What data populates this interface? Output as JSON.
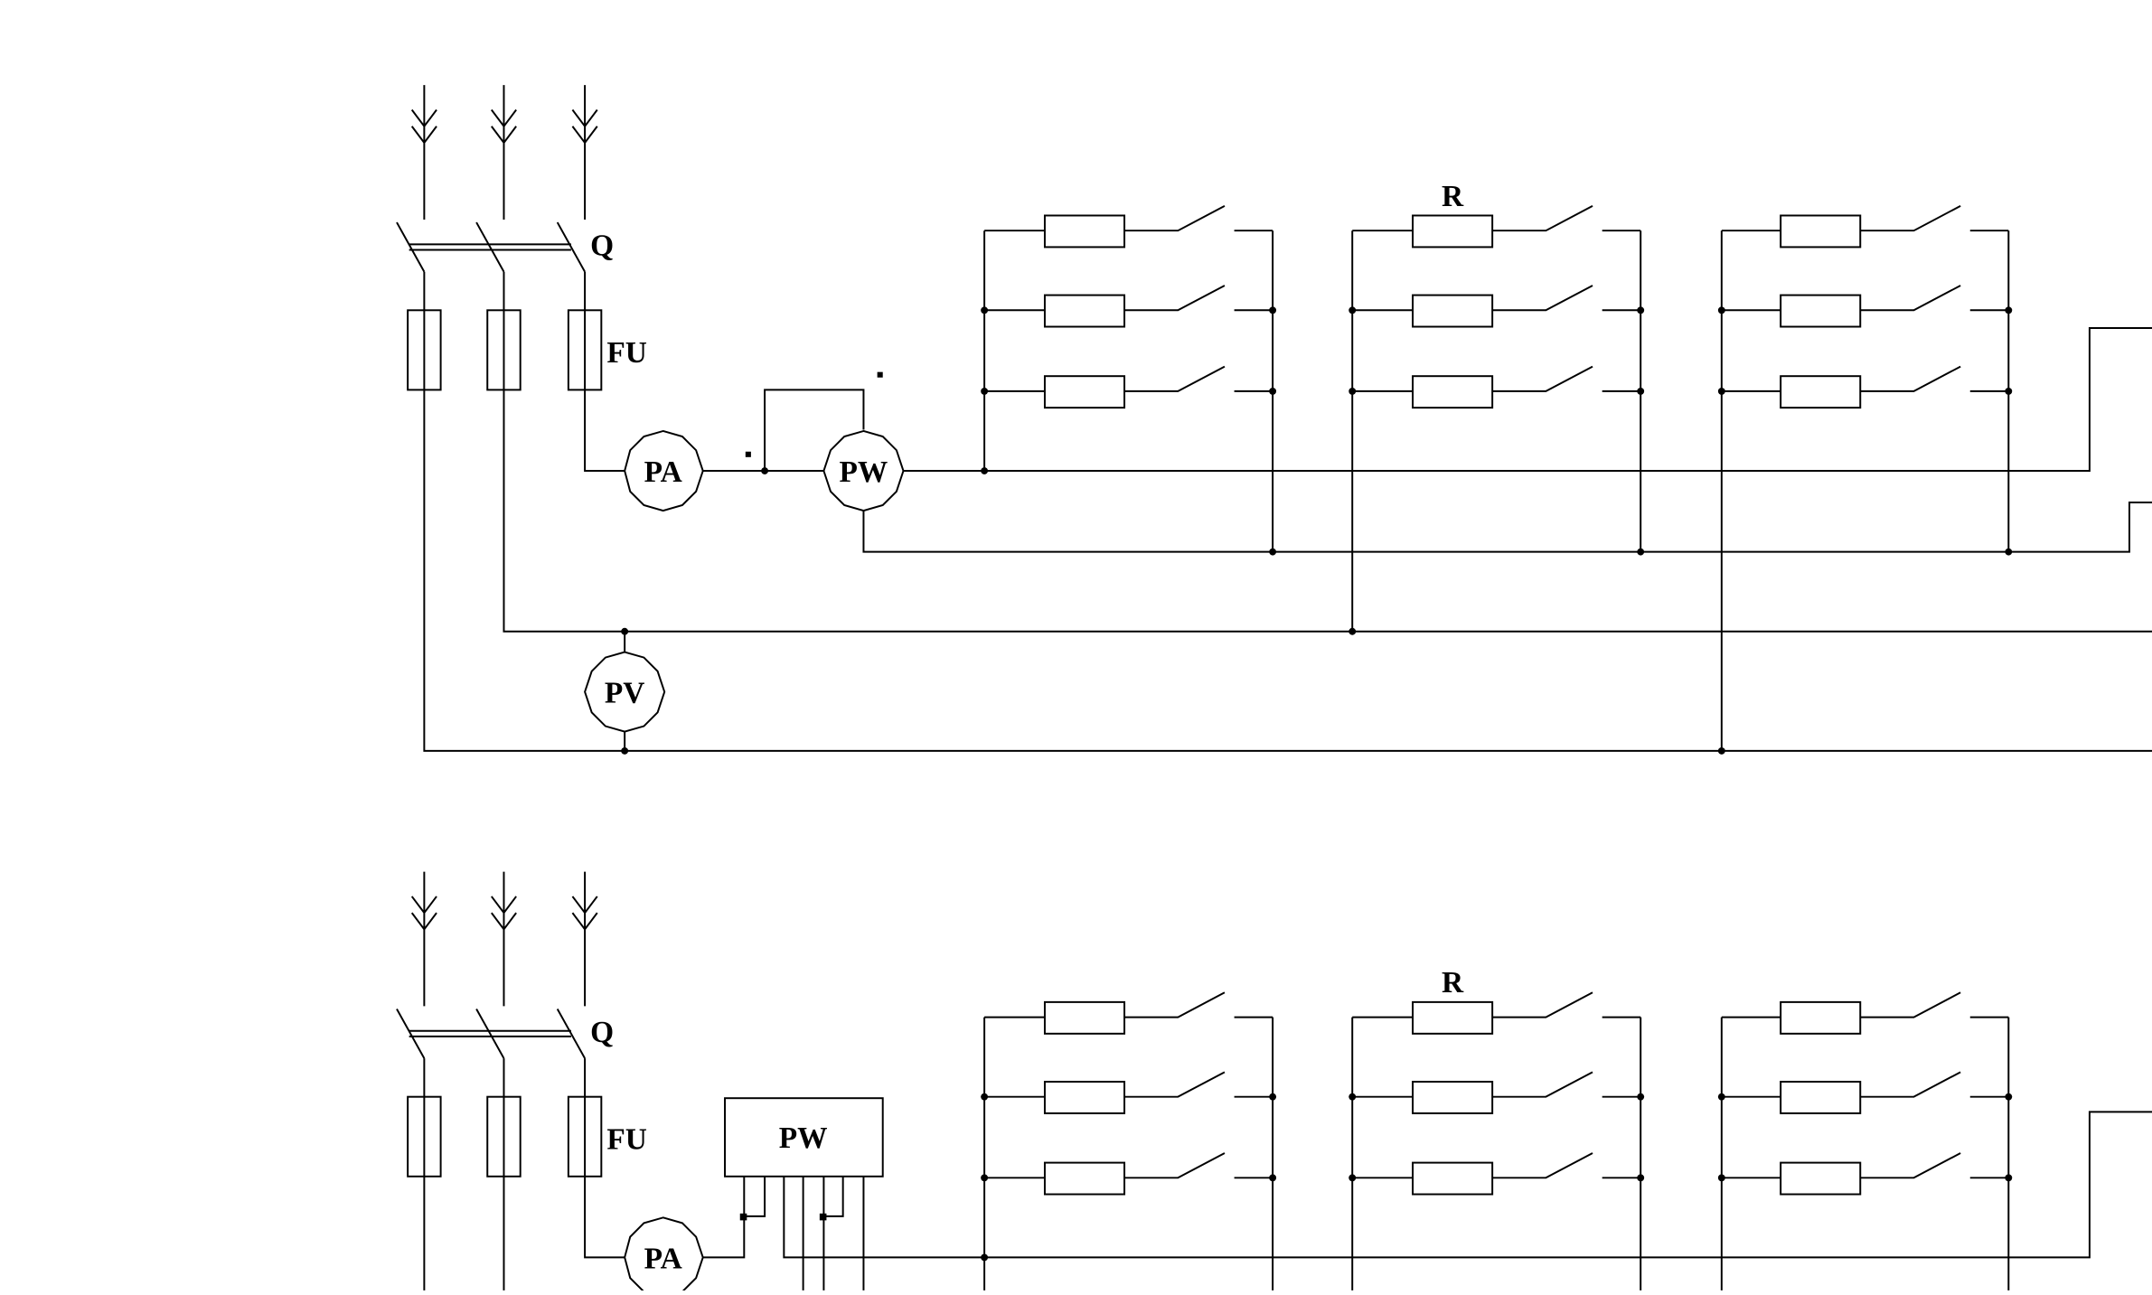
{
  "diagram": {
    "top": {
      "switch_label": "Q",
      "fuse_label": "FU",
      "ammeter_label": "PA",
      "wattmeter_label": "PW",
      "voltmeter_label": "PV",
      "resistor_label": "R"
    },
    "bottom": {
      "switch_label": "Q",
      "fuse_label": "FU",
      "ammeter_label": "PA",
      "wattmeter_label": "PW",
      "resistor_label": "R"
    }
  },
  "colors": {
    "line": "#000000",
    "background": "#ffffff"
  }
}
